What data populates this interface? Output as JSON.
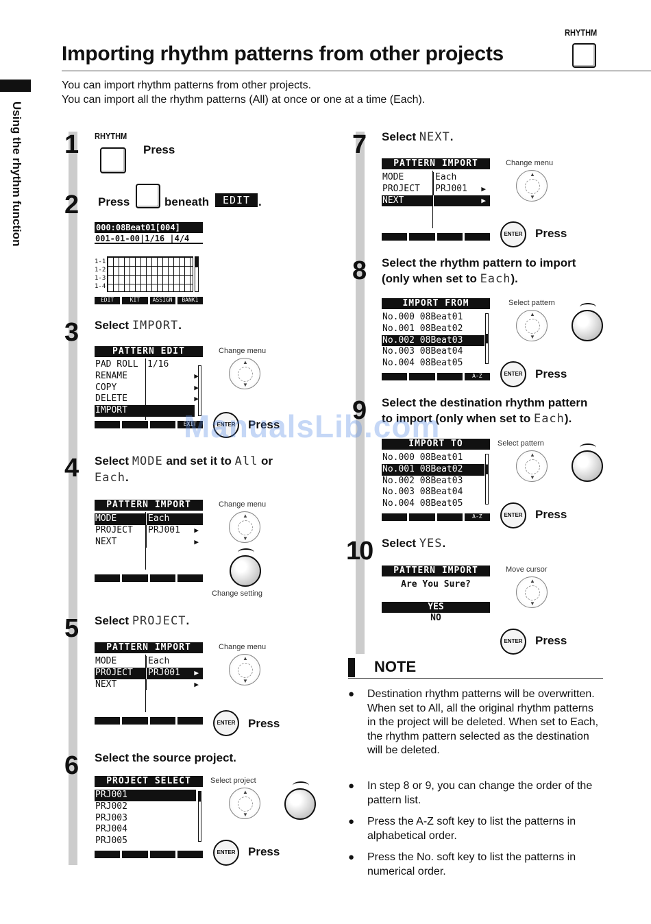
{
  "header": {
    "rhythm_label": "RHYTHM",
    "title": "Importing rhythm patterns from other projects"
  },
  "side_label": "Using the rhythm function",
  "intro": [
    "You can import rhythm patterns from other projects.",
    "You can import all the rhythm patterns (All) at once or one at a time (Each)."
  ],
  "common": {
    "press": "Press",
    "change_menu": "Change menu",
    "change_setting": "Change setting",
    "select_pattern": "Select pattern",
    "select_project": "Select project",
    "move_cursor": "Move cursor",
    "enter": "ENTER",
    "rhythm": "RHYTHM"
  },
  "steps": {
    "s1": {
      "num": "1",
      "label": "RHYTHM",
      "press": "Press"
    },
    "s2": {
      "num": "2",
      "press": "Press",
      "beneath": "beneath",
      "edit": "EDIT",
      "dot": ".",
      "lcd": {
        "line1": "000:08Beat01[004]",
        "line2": "001-01-00|1/16 |4/4",
        "rows": [
          "1-1",
          "1-2",
          "1-3",
          "1-4"
        ],
        "keys": [
          "EDIT",
          "KIT",
          "ASSIGN",
          "BANK1"
        ]
      }
    },
    "s3": {
      "num": "3",
      "pre": "Select ",
      "mono": "IMPORT",
      "post": ".",
      "lcd": {
        "title": "PATTERN EDIT",
        "rows": [
          {
            "l": "PAD ROLL",
            "r": "1/16"
          },
          {
            "l": "RENAME",
            "r": ""
          },
          {
            "l": "COPY",
            "r": ""
          },
          {
            "l": "DELETE",
            "r": ""
          },
          {
            "l": "IMPORT",
            "r": ""
          }
        ],
        "key": "EXIT"
      }
    },
    "s4": {
      "num": "4",
      "pre": "Select ",
      "mono1": "MODE",
      "mid": " and set it to ",
      "mono2": "All",
      "post": " or",
      "mono3": "Each",
      "dot": ".",
      "lcd": {
        "title": "PATTERN IMPORT",
        "rows": [
          {
            "l": "MODE",
            "r": "Each"
          },
          {
            "l": "PROJECT",
            "r": "PRJ001"
          },
          {
            "l": "NEXT",
            "r": ""
          }
        ]
      }
    },
    "s5": {
      "num": "5",
      "pre": "Select ",
      "mono": "PROJECT",
      "post": ".",
      "lcd": {
        "title": "PATTERN IMPORT",
        "rows": [
          {
            "l": "MODE",
            "r": "Each"
          },
          {
            "l": "PROJECT",
            "r": "PRJ001"
          },
          {
            "l": "NEXT",
            "r": ""
          }
        ]
      }
    },
    "s6": {
      "num": "6",
      "text": "Select the source project.",
      "lcd": {
        "title": "PROJECT SELECT",
        "rows": [
          "PRJ001",
          "PRJ002",
          "PRJ003",
          "PRJ004",
          "PRJ005"
        ]
      }
    },
    "s7": {
      "num": "7",
      "pre": "Select ",
      "mono": "NEXT",
      "post": ".",
      "lcd": {
        "title": "PATTERN IMPORT",
        "rows": [
          {
            "l": "MODE",
            "r": "Each"
          },
          {
            "l": "PROJECT",
            "r": "PRJ001"
          },
          {
            "l": "NEXT",
            "r": ""
          }
        ]
      }
    },
    "s8": {
      "num": "8",
      "line1": "Select the rhythm pattern to import",
      "line2pre": "(only when set to ",
      "mono": "Each",
      "line2post": ").",
      "lcd": {
        "title": "IMPORT FROM",
        "rows": [
          "No.000 08Beat01",
          "No.001 08Beat02",
          "No.002 08Beat03",
          "No.003 08Beat04",
          "No.004 08Beat05"
        ],
        "key": "A-Z"
      }
    },
    "s9": {
      "num": "9",
      "line1": "Select the destination rhythm pattern",
      "line2pre": "to import (only when set to ",
      "mono": "Each",
      "line2post": ").",
      "lcd": {
        "title": "IMPORT TO",
        "rows": [
          "No.000 08Beat01",
          "No.001 08Beat02",
          "No.002 08Beat03",
          "No.003 08Beat04",
          "No.004 08Beat05"
        ],
        "key": "A-Z"
      }
    },
    "s10": {
      "num": "10",
      "pre": "Select ",
      "mono": "YES",
      "post": ".",
      "lcd": {
        "title": "PATTERN IMPORT",
        "question": "Are You Sure?",
        "yes": "YES",
        "no": "NO"
      }
    }
  },
  "note": {
    "title": "NOTE",
    "items": [
      "Destination rhythm patterns will be overwritten. When set to All, all the original rhythm patterns in the project will be deleted. When set to Each, the rhythm pattern selected as the destination will be deleted.",
      "In step 8 or 9, you can change the order of the pattern list.",
      "Press the A-Z soft key to list the patterns in alphabetical order.",
      "Press the No. soft key to list the patterns in numerical order."
    ]
  },
  "watermark": "ManualsLib.com"
}
